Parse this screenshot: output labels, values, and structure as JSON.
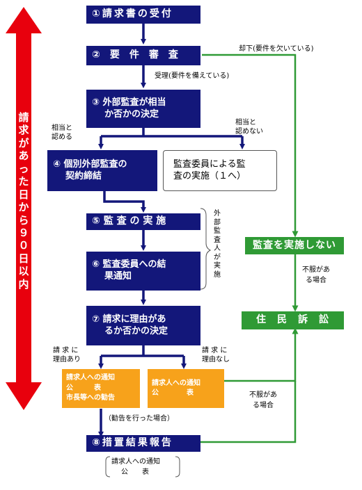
{
  "sidebar": {
    "period": "請求があった日から９０日以内"
  },
  "steps": {
    "s1": "①請求書の受付",
    "s2": "②　要　件　審　査",
    "s3_l1": "③ 外部監査が相当",
    "s3_l2": "か否かの決定",
    "s4_l1": "④ 個別外部監査の",
    "s4_l2": "契約締結",
    "s5": "⑤ 監 査 の 実 施",
    "s6_l1": "⑥ 監査委員への結",
    "s6_l2": "果通知",
    "s7_l1": "⑦ 請求に理由があ",
    "s7_l2": "るか否かの決定",
    "s8": "⑧措置結果報告"
  },
  "alt_box": {
    "line1": "監査委員による監",
    "line2": "査の実施（１へ）"
  },
  "green_boxes": {
    "no_audit": "監査を実施しない",
    "lawsuit": "住　民　訴　訟"
  },
  "orange_left": {
    "line1": "請求人への通知",
    "line2": "公　　　表",
    "line3": "市長等への勧告"
  },
  "orange_right": {
    "line1": "請求人への通知",
    "line2": "公　　　　表"
  },
  "labels": {
    "rejected": "却下(要件を欠いている)",
    "accepted": "受理(要件を備えている)",
    "approve_l1": "相当と",
    "approve_l2": "認める",
    "deny_l1": "相当と",
    "deny_l2": "認めない",
    "reason_yes_l1": "請 求 に",
    "reason_yes_l2": "理由あり",
    "reason_no_l1": "請 求 に",
    "reason_no_l2": "理由なし",
    "if_advised": "（勧告を行った場合）",
    "external_auditor": "外部監査人が実施",
    "objection1": "不服がある場合",
    "objection2": "不服がある場合"
  },
  "footer": {
    "line1": "請求人への通知",
    "line2": "公　　表"
  },
  "colors": {
    "navy": "#13177a",
    "green": "#2f9a35",
    "orange": "#f7a21b",
    "red": "#e8000d"
  }
}
